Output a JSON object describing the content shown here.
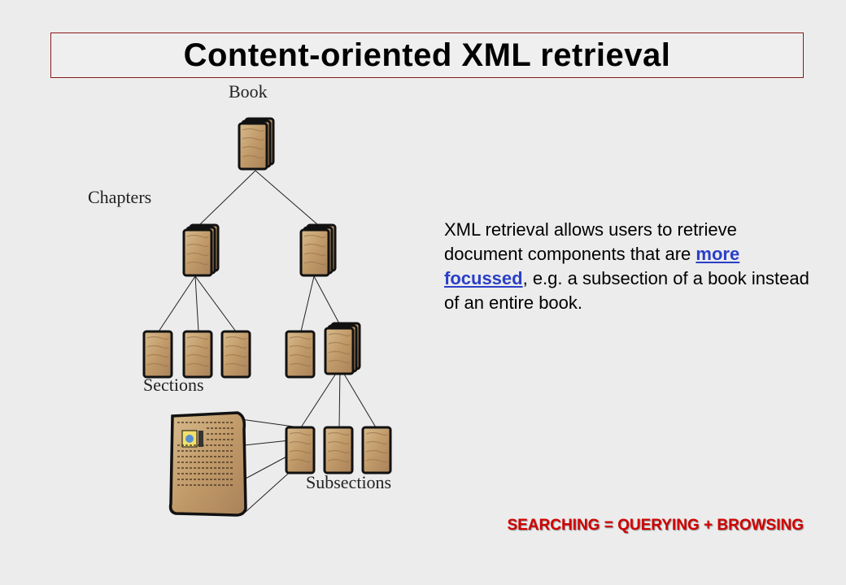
{
  "title": "Content-oriented XML retrieval",
  "labels": {
    "book": "Book",
    "chapters": "Chapters",
    "sections": "Sections",
    "subsections": "Subsections"
  },
  "description": {
    "part1": "XML retrieval allows users to retrieve document components that are ",
    "link": "more focussed",
    "part2": ", e.g.  a subsection of a book instead of an entire book."
  },
  "slogan": "SEARCHING = QUERYING + BROWSING",
  "colors": {
    "title_border": "#8a1a1a",
    "link": "#2a3fc7",
    "slogan": "#d10000",
    "paper": "#c9a679",
    "paper_dark": "#8b6a44"
  },
  "icons": [
    "document-stack-icon",
    "document-icon",
    "open-page-icon"
  ]
}
